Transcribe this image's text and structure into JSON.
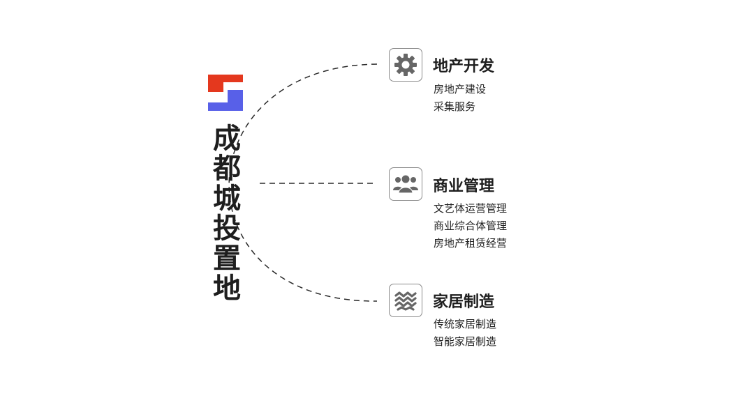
{
  "company": {
    "name": "成都城投置地",
    "logo_colors": {
      "red": "#e4381e",
      "blue": "#5860e8"
    }
  },
  "line_color": "#2a2a2a",
  "branches": [
    {
      "icon": "gear-icon",
      "title": "地产开发",
      "items": [
        "房地产建设",
        "采集服务"
      ]
    },
    {
      "icon": "people-group-icon",
      "title": "商业管理",
      "items": [
        "文艺体运营管理",
        "商业综合体管理",
        "房地产租赁经营"
      ]
    },
    {
      "icon": "wave-layers-icon",
      "title": "家居制造",
      "items": [
        "传统家居制造",
        "智能家居制造"
      ]
    }
  ]
}
